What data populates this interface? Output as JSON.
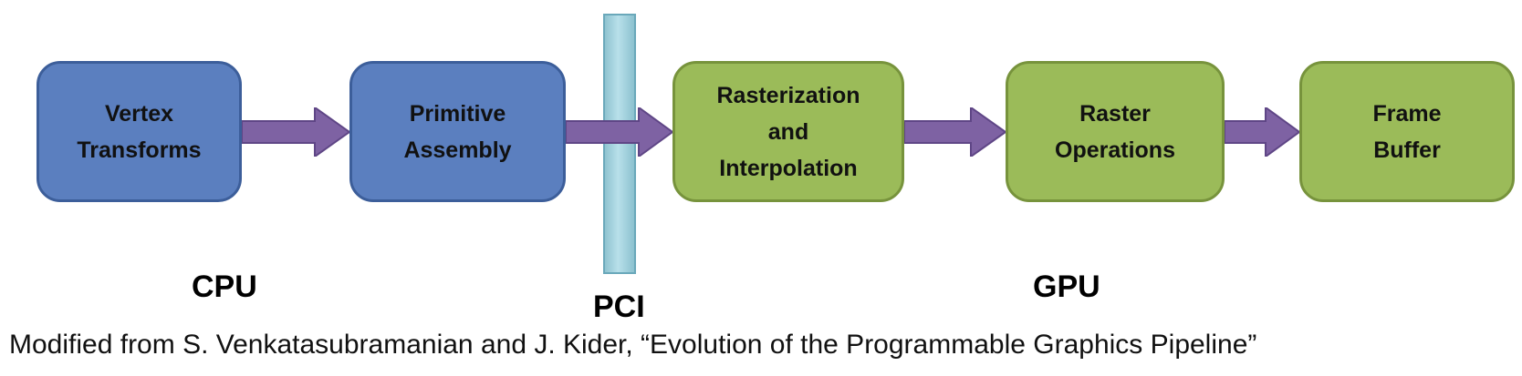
{
  "diagram": {
    "stages": [
      {
        "label": "Vertex\nTransforms",
        "group": "CPU"
      },
      {
        "label": "Primitive\nAssembly",
        "group": "CPU"
      },
      {
        "label": "Rasterization\nand\nInterpolation",
        "group": "GPU"
      },
      {
        "label": "Raster\nOperations",
        "group": "GPU"
      },
      {
        "label": "Frame\nBuffer",
        "group": "GPU"
      }
    ],
    "labels": {
      "cpu": "CPU",
      "pci": "PCI",
      "gpu": "GPU"
    },
    "caption": "Modified from S. Venkatasubramanian and J. Kider, “Evolution of the Programmable Graphics Pipeline”",
    "colors": {
      "cpu_box_fill": "#5b7fbf",
      "cpu_box_border": "#3c5e9a",
      "gpu_box_fill": "#9bbb59",
      "gpu_box_border": "#77933c",
      "arrow": "#7e62a3",
      "pci_bar": "#9fd0dd"
    }
  }
}
